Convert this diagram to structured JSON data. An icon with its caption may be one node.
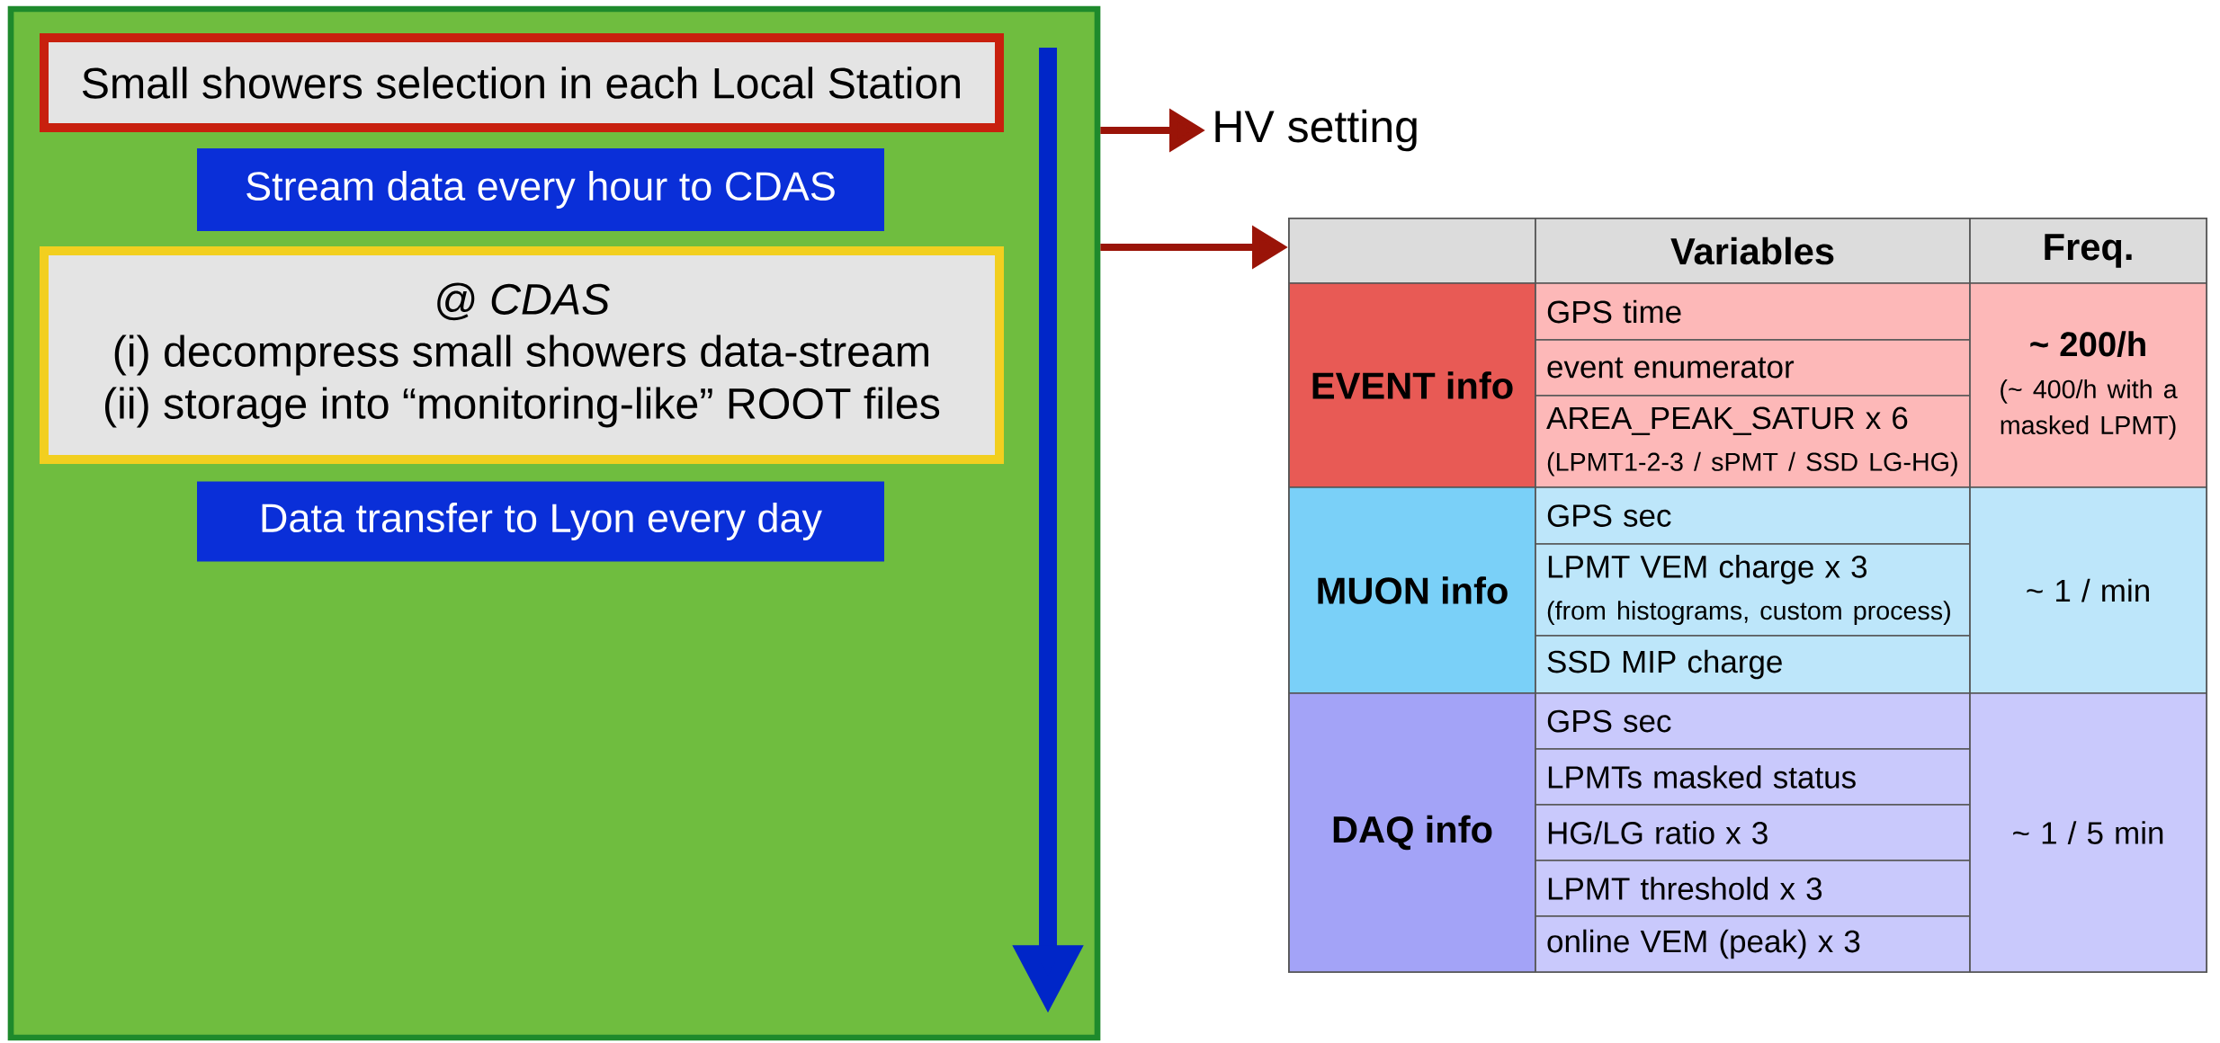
{
  "diagram": {
    "nodes": [
      {
        "text": [],
        "shape": "box"
      },
      {
        "text": [
          "Small showers selection in each Local Station"
        ],
        "in": 0
      },
      {
        "text": [
          "Stream data every hour to CDAS"
        ],
        "in": 0
      },
      {
        "text": [
          "@ CDAS",
          "(i) decompress small showers data-stream",
          "(ii) storage into “monitoring-like” ROOT files"
        ],
        "in": 0
      },
      {
        "text": [
          "Data transfer to Lyon every day"
        ],
        "in": 0
      },
      {
        "text": [
          "HV setting"
        ]
      },
      {
        "text": [],
        "shape": "box"
      }
    ],
    "edges": [
      {
        "from": 0,
        "to": 5,
        "arrow": "to"
      },
      {
        "from": 0,
        "to": 6,
        "arrow": "to"
      }
    ],
    "labels": [
      "Variables",
      "Freq.",
      "EVENT info",
      "GPS time",
      "~ 200/h",
      "(~ 400/h with a masked LPMT)",
      "event enumerator",
      "AREA_PEAK_SATUR x 6",
      "(LPMT1-2-3 / sPMT / SSD LG-HG)",
      "MUON info",
      "GPS sec",
      "~ 1 / min",
      "LPMT VEM charge x 3",
      "(from histograms, custom process)",
      "SSD MIP charge",
      "DAQ info",
      "GPS sec",
      "~ 1 / 5 min",
      "LPMTs masked status",
      "HG/LG ratio x 3",
      "LPMT threshold x 3",
      "online VEM (peak) x 3"
    ]
  }
}
